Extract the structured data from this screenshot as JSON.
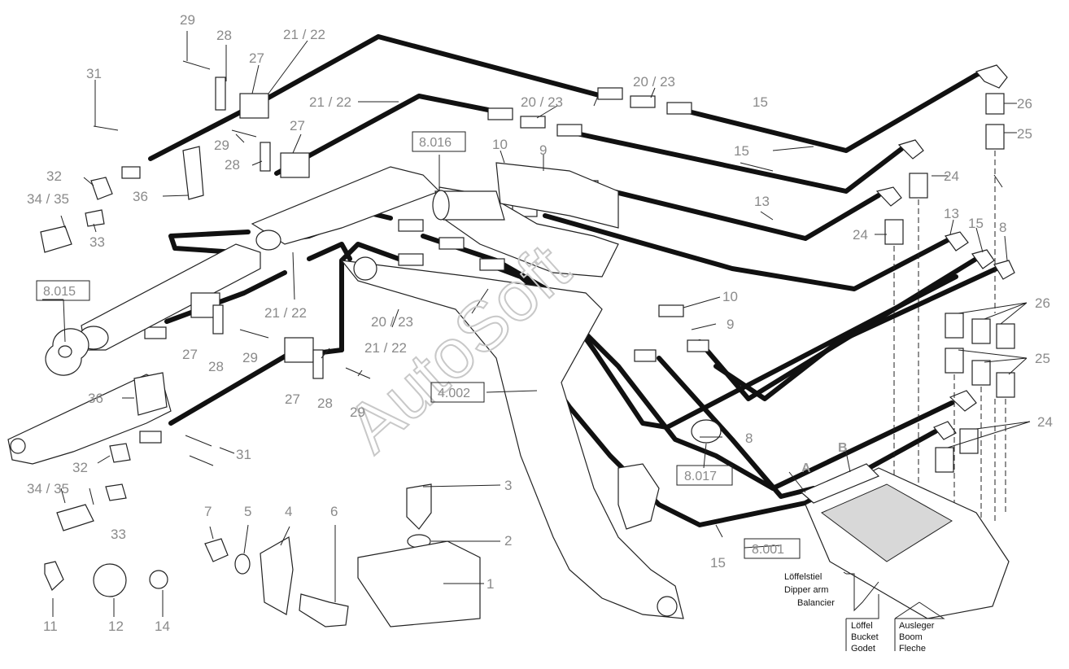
{
  "watermark": "AutoSoft",
  "callouts": {
    "c29a": "29",
    "c28a": "28",
    "c2122a": "21 / 22",
    "c27a": "27",
    "c31a": "31",
    "c2122b": "21 / 22",
    "c2023a": "20 / 23",
    "c2023b": "20 / 23",
    "c27b": "27",
    "c29b": "29",
    "c28b": "28",
    "c32a": "32",
    "c3435a": "34 / 35",
    "c36a": "36",
    "c33a": "33",
    "c10a": "10",
    "c9a": "9",
    "c15a": "15",
    "c15b": "15",
    "c26a": "26",
    "c25a": "25",
    "c24a": "24",
    "c13a": "13",
    "c24b": "24",
    "c13b": "13",
    "c15c": "15",
    "c8a": "8",
    "c2122c": "21 / 22",
    "c2023c": "20 / 23",
    "c10b": "10",
    "c9b": "9",
    "c26b": "26",
    "c25b": "25",
    "c27c": "27",
    "c28c": "28",
    "c29c": "29",
    "c2122d": "21 / 22",
    "c36b": "36",
    "c27d": "27",
    "c28d": "28",
    "c29d": "29",
    "c31b": "31",
    "c32b": "32",
    "c3435b": "34 / 35",
    "c33b": "33",
    "c8b": "8",
    "c24c": "24",
    "c3": "3",
    "c2": "2",
    "c1": "1",
    "c7": "7",
    "c5": "5",
    "c4": "4",
    "c6": "6",
    "c11": "11",
    "c12": "12",
    "c14": "14",
    "c15d": "15",
    "cA": "A",
    "cB": "B"
  },
  "refs": {
    "r8016": "8.016",
    "r8015": "8.015",
    "r4002": "4.002",
    "r8017": "8.017",
    "r8001": "8.001"
  },
  "functions": {
    "dipper": [
      "Löffelstiel",
      "Dipper arm",
      "Balancier"
    ],
    "bucket": [
      "Löffel",
      "Bucket",
      "Godet"
    ],
    "boom": [
      "Ausleger",
      "Boom",
      "Fleche"
    ]
  }
}
